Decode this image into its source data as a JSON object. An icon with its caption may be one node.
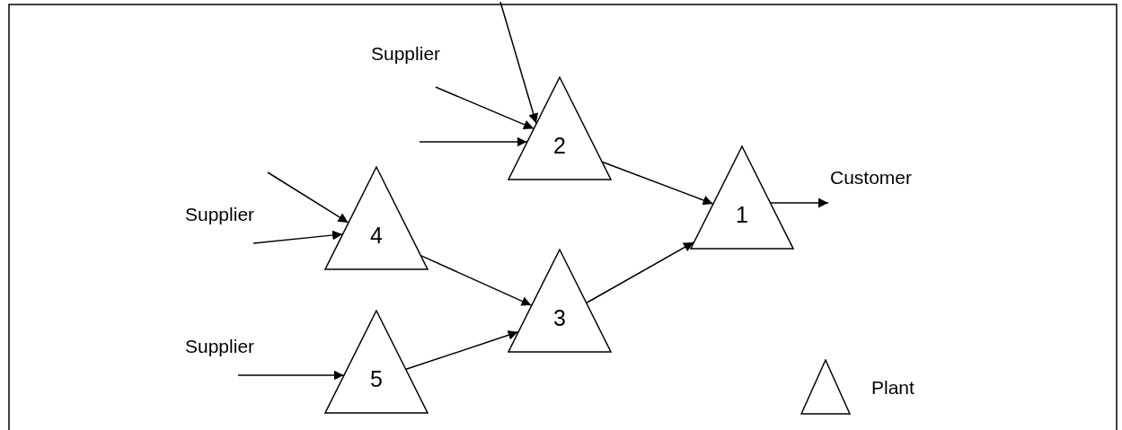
{
  "diagram": {
    "nodes": [
      {
        "text": [
          "2"
        ]
      },
      {
        "text": [
          "1"
        ]
      },
      {
        "text": [
          "4"
        ]
      },
      {
        "text": [
          "3"
        ]
      },
      {
        "text": [
          "5"
        ]
      },
      {
        "text": [
          "Customer"
        ]
      }
    ],
    "edges": [
      {
        "from": null,
        "to": 0,
        "arrow": "to"
      },
      {
        "from": null,
        "to": 0,
        "arrow": "to"
      },
      {
        "from": null,
        "to": 0,
        "arrow": "to"
      },
      {
        "from": 0,
        "to": 1,
        "arrow": "to"
      },
      {
        "from": null,
        "to": 2,
        "arrow": "to"
      },
      {
        "from": null,
        "to": 2,
        "arrow": "to"
      },
      {
        "from": 2,
        "to": 3,
        "arrow": "to"
      },
      {
        "from": null,
        "to": 4,
        "arrow": "to"
      },
      {
        "from": 4,
        "to": 3,
        "arrow": "to"
      },
      {
        "from": 3,
        "to": 1,
        "arrow": "to"
      },
      {
        "from": 1,
        "to": 5,
        "arrow": "to"
      }
    ],
    "labels": [
      "Supplier",
      "Supplier",
      "Supplier"
    ],
    "legend": [
      {
        "text": "Plant"
      }
    ]
  }
}
